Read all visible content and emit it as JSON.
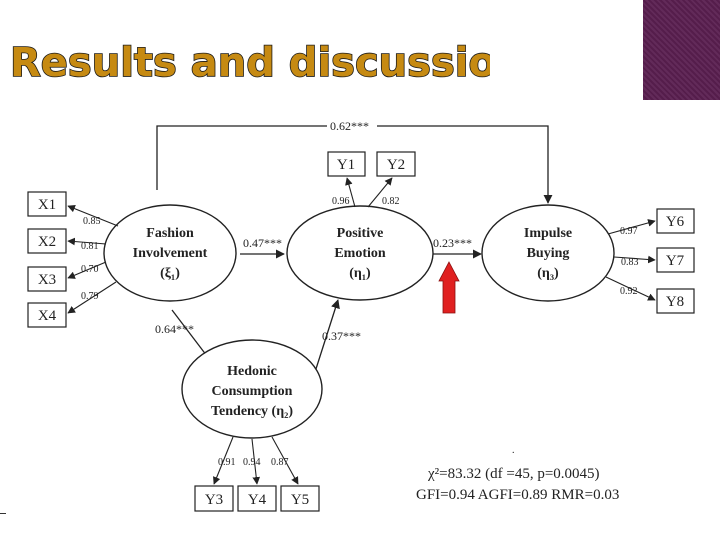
{
  "slide": {
    "title": "Results and discussions model"
  },
  "constructs": {
    "fashion": {
      "line1": "Fashion",
      "line2": "Involvement",
      "symbol": "(ξ₁)"
    },
    "positive": {
      "line1": "Positive",
      "line2": "Emotion",
      "symbol": "(η₁)"
    },
    "impulse": {
      "line1": "Impulse",
      "line2": "Buying",
      "symbol": "(η₃)"
    },
    "hedonic": {
      "line1": "Hedonic",
      "line2": "Consumption",
      "line3": "Tendency (η₂)"
    }
  },
  "indicators": {
    "x1": "X1",
    "x2": "X2",
    "x3": "X3",
    "x4": "X4",
    "y1": "Y1",
    "y2": "Y2",
    "y3": "Y3",
    "y4": "Y4",
    "y5": "Y5",
    "y6": "Y6",
    "y7": "Y7",
    "y8": "Y8"
  },
  "loadings": {
    "x1": "0.85",
    "x2": "0.81",
    "x3": "0.70",
    "x4": "0.79",
    "y1": "0.96",
    "y2": "0.82",
    "y3": "0.91",
    "y4": "0.94",
    "y5": "0.87",
    "y6": "0.97",
    "y7": "0.83",
    "y8": "0.92"
  },
  "paths": {
    "fashion_to_impulse": "0.62***",
    "fashion_to_positive": "0.47***",
    "positive_to_impulse": "0.23***",
    "fashion_to_hedonic": "0.64***",
    "hedonic_to_positive": "0.37***"
  },
  "fit": {
    "line1": "χ²=83.32 (df =45, p=0.0045)",
    "line2": "GFI=0.94  AGFI=0.89 RMR=0.03"
  },
  "colors": {
    "title_fill": "#c68a12",
    "highlight_arrow": "#e02020",
    "corner_decoration": "#5a1f50"
  }
}
